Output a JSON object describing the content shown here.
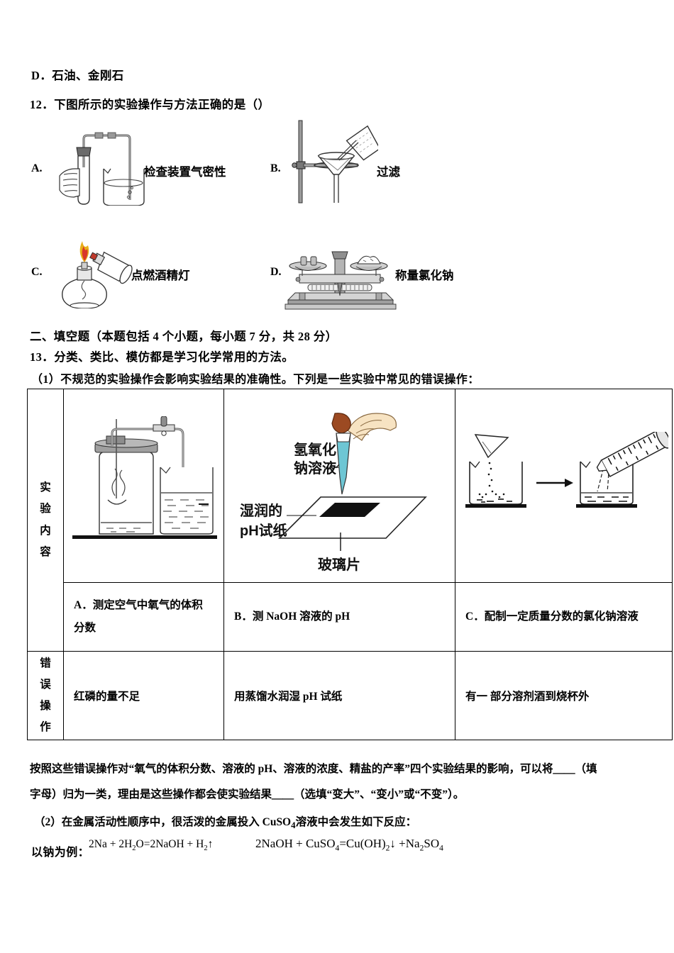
{
  "document": {
    "prev_option_d": "D．石油、金刚石",
    "question12": {
      "number_text": "12．下图所示的实验操作与方法正确的是（）",
      "options": [
        {
          "label": "A.",
          "caption": "检查装置气密性",
          "icon": "test-tube-hand-beaker-icon"
        },
        {
          "label": "B.",
          "caption": "过滤",
          "icon": "funnel-filtration-icon"
        },
        {
          "label": "C.",
          "caption": "点燃酒精灯",
          "icon": "alcohol-lamp-lighting-icon"
        },
        {
          "label": "D.",
          "caption": "称量氯化钠",
          "icon": "balance-scale-icon"
        }
      ]
    },
    "section2_heading": "二、填空题（本题包括 4 个小题，每小题 7 分，共 28 分）",
    "question13": {
      "stem": "13．分类、类比、模仿都是学习化学常用的方法。",
      "part1_intro": "（1）不规范的实验操作会影响实验结果的准确性。下列是一些实验中常见的错误操作："
    },
    "table": {
      "row_headers": [
        "实 验 内 容",
        "错 误 操 作"
      ],
      "row_header_chars": [
        [
          "实",
          "验",
          "内",
          "容"
        ],
        [
          "错",
          "误",
          "操",
          "作"
        ]
      ],
      "figures": [
        {
          "name": "oxygen-volume-apparatus-figure"
        },
        {
          "name": "ph-paper-glass-plate-figure",
          "labels": {
            "solution": "氢氧化\n钠溶液",
            "solution_line1": "氢氧化",
            "solution_line2": "钠溶液",
            "paper_line1": "湿润的",
            "paper_line2": "pH试纸",
            "plate": "玻璃片"
          }
        },
        {
          "name": "beaker-solute-dissolving-figure"
        }
      ],
      "captions": [
        "A．测定空气中氧气的体积分数",
        "B．测 NaOH 溶液的 pH",
        "C．配制一定质量分数的氯化钠溶液"
      ],
      "caption_a_line1": "A．测定空气中氧气的体积",
      "caption_a_line2": "分数",
      "caption_b": "B．测 NaOH 溶液的 pH",
      "caption_c": "C．配制一定质量分数的氯化钠溶液",
      "errors": [
        "红磷的量不足",
        "用蒸馏水润湿 pH 试纸",
        "有一 部分溶剂酒到烧杯外"
      ]
    },
    "closing": {
      "para_line1": "按照这些错误操作对“氧气的体积分数、溶液的 pH、溶液的浓度、精盐的产率”四个实验结果的影响，可以将＿＿（填",
      "para_line2": "字母）归为一类，理由是这些操作都会使实验结果＿＿（选填“变大”、“变小”或“不变”）。",
      "part2": "（2）在金属活动性顺序中，很活泼的金属投入 CuSO4溶液中会发生如下反应：",
      "part2_prefix": "（2）在金属活动性顺序中，很活泼的金属投入 CuSO",
      "part2_sub": "4",
      "part2_suffix": "溶液中会发生如下反应：",
      "example_label": "以钠为例：",
      "equation1_parts": [
        "2Na + 2H",
        "2",
        "O=2NaOH + H",
        "2",
        "↑"
      ],
      "equation2_parts": [
        "2NaOH + CuSO",
        "4",
        "=Cu(OH)",
        "2",
        "↓ +Na",
        "2",
        "SO",
        "4"
      ]
    }
  },
  "colors": {
    "ink": "#000000",
    "page_bg": "#ffffff",
    "flame_outer": "#e8b01a",
    "flame_inner": "#d8372a",
    "skin": "#f7e3c2",
    "skin_line": "#8a6a42",
    "pipette_liquid": "#6ec6d4",
    "pipette_bulb": "#9c4a22",
    "metal_gray": "#8d8d8d",
    "metal_light": "#c8c8c8",
    "metal_dark": "#5a5a5a"
  }
}
